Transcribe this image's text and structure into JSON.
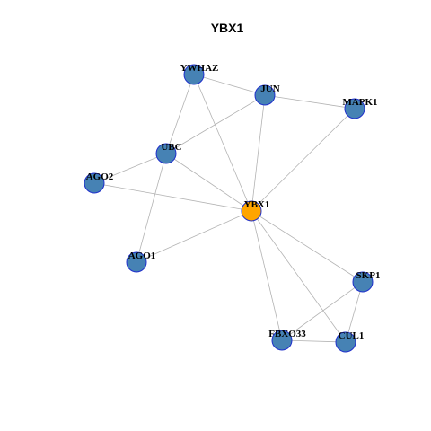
{
  "title": "YBX1",
  "colors": {
    "node_fill": "#4682B4",
    "node_stroke": "#1F2FCC",
    "center_fill": "#FFA500",
    "center_stroke": "#1F2FCC",
    "edge": "#B3B3B3"
  },
  "nodes": [
    {
      "id": "YWHAZ",
      "label": "YWHAZ",
      "center": false
    },
    {
      "id": "JUN",
      "label": "JUN",
      "center": false
    },
    {
      "id": "MAPK1",
      "label": "MAPK1",
      "center": false
    },
    {
      "id": "UBC",
      "label": "UBC",
      "center": false
    },
    {
      "id": "AGO2",
      "label": "AGO2",
      "center": false
    },
    {
      "id": "YBX1",
      "label": "YBX1",
      "center": true
    },
    {
      "id": "AGO1",
      "label": "AGO1",
      "center": false
    },
    {
      "id": "SKP1",
      "label": "SKP1",
      "center": false
    },
    {
      "id": "FBXO33",
      "label": "FBXO33",
      "center": false
    },
    {
      "id": "CUL1",
      "label": "CUL1",
      "center": false
    }
  ],
  "edges": [
    [
      "YWHAZ",
      "JUN"
    ],
    [
      "YWHAZ",
      "UBC"
    ],
    [
      "YWHAZ",
      "YBX1"
    ],
    [
      "JUN",
      "MAPK1"
    ],
    [
      "JUN",
      "UBC"
    ],
    [
      "JUN",
      "YBX1"
    ],
    [
      "MAPK1",
      "YBX1"
    ],
    [
      "UBC",
      "AGO2"
    ],
    [
      "UBC",
      "YBX1"
    ],
    [
      "UBC",
      "AGO1"
    ],
    [
      "AGO2",
      "YBX1"
    ],
    [
      "AGO1",
      "YBX1"
    ],
    [
      "YBX1",
      "SKP1"
    ],
    [
      "YBX1",
      "FBXO33"
    ],
    [
      "YBX1",
      "CUL1"
    ],
    [
      "SKP1",
      "FBXO33"
    ],
    [
      "SKP1",
      "CUL1"
    ],
    [
      "FBXO33",
      "CUL1"
    ]
  ]
}
